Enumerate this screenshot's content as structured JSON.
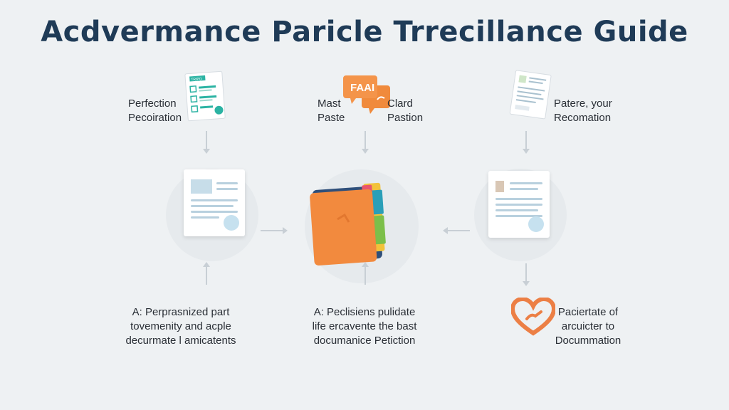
{
  "title": "Acdvermance Paricle Trrecillance Guide",
  "top": {
    "left": {
      "line1": "Perfection",
      "line2": "Pecoiration",
      "doc_tag": "TRIPO"
    },
    "center": {
      "left1": "Mast",
      "left2": "Paste",
      "right1": "Clard",
      "right2": "Pastion",
      "bubble_text": "FAAI"
    },
    "right": {
      "line1": "Patere, your",
      "line2": "Recomation"
    }
  },
  "bottom": {
    "left": {
      "line1": "A: Perprasnized part",
      "line2": "tovemenity and acple",
      "line3": "decurmate l amicatents"
    },
    "center": {
      "line1": "A: Peclisiens pulidate",
      "line2": "life ercavente the bast",
      "line3": "documanice Petiction"
    },
    "right": {
      "line1": "Paciertate of",
      "line2": "arcuicter to",
      "line3": "Docummation"
    }
  },
  "colors": {
    "title": "#1f3b57",
    "orange": "#f2823a",
    "teal": "#2bb3a3",
    "heart": "#ec7f45"
  },
  "icons": {
    "top_left": "checklist-document-icon",
    "top_center": "chat-bubbles-icon",
    "top_right": "form-document-icon",
    "middle_left": "document-icon",
    "middle_center": "folder-icon",
    "middle_right": "document-icon",
    "bottom_right": "heart-hand-icon"
  }
}
